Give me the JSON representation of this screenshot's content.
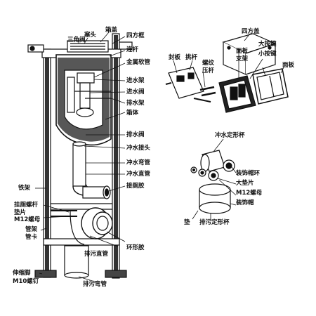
{
  "labels": {
    "plug": "塞头",
    "tank_lid": "箱盖",
    "angle_valve": "三角阀",
    "square_frame": "四方框",
    "link_rod": "连杆",
    "metal_hose": "金属软管",
    "inlet_frame": "进水架",
    "inlet_valve": "进水阀",
    "drain_frame": "排水架",
    "tank_body": "箱体",
    "drain_valve": "排水阀",
    "flush_connector": "冲水接头",
    "flush_elbow": "冲水弯管",
    "flush_straight": "冲水直管",
    "toilet_connector": "接厕胶",
    "iron_frame": "铁架",
    "hanger_rod": "挂厕螺杆",
    "washer": "垫片",
    "m12_nut": "M12螺母",
    "pipe_clamp": "管架",
    "pipe_clip": "管卡",
    "drain_straight": "排污直管",
    "ring_rubber": "环形胶",
    "telescopic_foot": "伸缩脚",
    "m10_screw": "M10螺钉",
    "drain_elbow": "排污弯管",
    "square_lid": "四方盖",
    "seal_plate": "封板",
    "handle": "挑杆",
    "screw": "螺纹",
    "press_rod": "压杆",
    "panel": "面板",
    "panel_frame": "支架",
    "big_button": "大按键",
    "small_button": "小按键",
    "face_plate": "面板",
    "flush_cup": "冲水定形杯",
    "deco_ring": "装饰帽环",
    "big_washer": "大垫片",
    "m12_nut2": "M12螺母",
    "deco_cap": "装饰帽",
    "gasket": "垫",
    "drain_cup": "排污定形杯"
  },
  "colors": {
    "ink": "#111111",
    "paper": "#ffffff",
    "shade": "#2a2a2a"
  }
}
